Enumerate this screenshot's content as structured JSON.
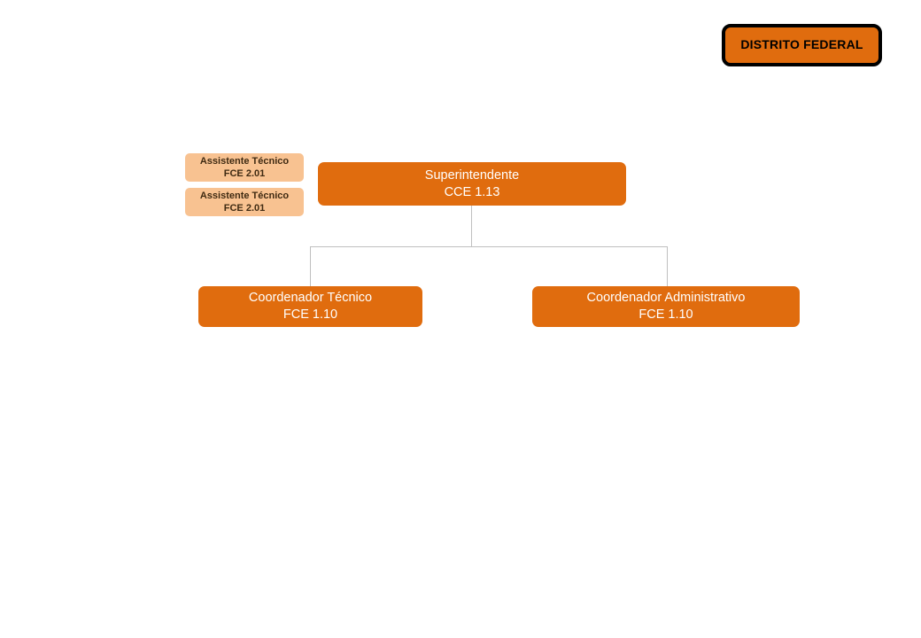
{
  "chart": {
    "title_badge": {
      "label": "DISTRITO FEDERAL"
    },
    "root": {
      "title": "Superintendente",
      "code": "CCE 1.13"
    },
    "assistants": [
      {
        "title": "Assistente Técnico",
        "code": "FCE 2.01"
      },
      {
        "title": "Assistente Técnico",
        "code": "FCE 2.01"
      }
    ],
    "children": [
      {
        "title": "Coordenador  Técnico",
        "code": "FCE 1.10"
      },
      {
        "title": "Coordenador  Administrativo",
        "code": "FCE 1.10"
      }
    ],
    "colors": {
      "primary_fill": "#e06c0e",
      "assistant_fill": "#f8c291",
      "primary_text": "#ffffff",
      "assistant_text": "#3f2a12",
      "badge_border": "#000000",
      "connector": "#bfbfbf",
      "background": "#ffffff"
    }
  }
}
